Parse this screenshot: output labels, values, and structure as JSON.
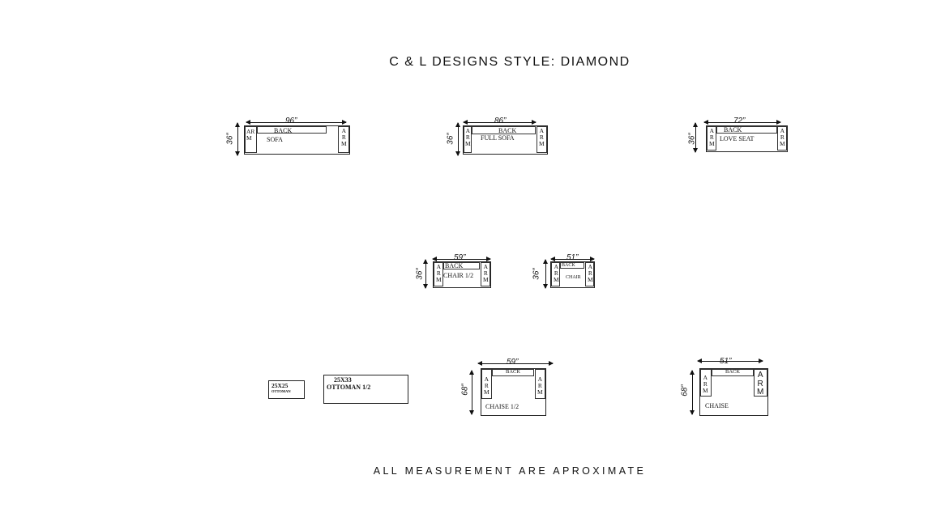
{
  "title": "C & L DESIGNS STYLE: DIAMOND",
  "footer": "ALL MEASUREMENT ARE APROXIMATE",
  "pieces": {
    "sofa": {
      "width": "96”",
      "depth": "36”",
      "back": "BACK",
      "name": "SOFA",
      "arm_left": "AR\nM",
      "arm_right": "A\nR\nM"
    },
    "full_sofa": {
      "width": "86”",
      "depth": "36”",
      "back": "BACK",
      "name": "FULL SOFA",
      "arm_left": "A\nR\nM",
      "arm_right": "A\nR\nM"
    },
    "love_seat": {
      "width": "72”",
      "depth": "36”",
      "back": "BACK",
      "name": "LOVE SEAT",
      "arm_left": "A\nR\nM",
      "arm_right": "A\nR\nM"
    },
    "chair_half": {
      "width": "59”",
      "depth": "36”",
      "back": "BACK",
      "name": "CHAIR 1/2",
      "arm_left": "A\nR\nM",
      "arm_right": "A\nR\nM"
    },
    "chair": {
      "width": "51”",
      "depth": "36”",
      "back": "BACK",
      "name": "CHAIR",
      "arm_left": "A\nR\nM",
      "arm_right": "A\nR\nM"
    },
    "ottoman": {
      "size": "25X25",
      "name": "OTTOMAN"
    },
    "ottoman_half": {
      "size": "25X33",
      "name": "OTTOMAN 1/2"
    },
    "chaise_half": {
      "width": "59”",
      "depth": "68”",
      "back": "BACK",
      "name": "CHAISE 1/2",
      "arm_left": "A\nR\nM",
      "arm_right": "A\nR\nM"
    },
    "chaise": {
      "width": "51”",
      "depth": "68”",
      "back": "BACK",
      "name": "CHAISE",
      "arm_left": "A\nR\nM",
      "arm_right": "A\nR\nM"
    }
  }
}
